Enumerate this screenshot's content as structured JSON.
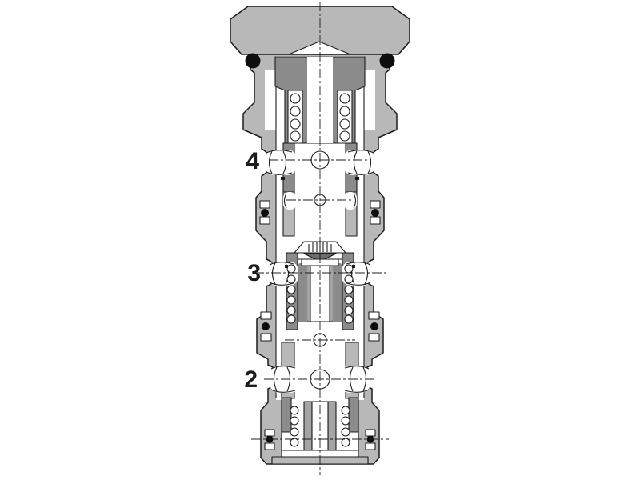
{
  "diagram": {
    "description": "Sectional engineering drawing of a screw-in hydraulic cartridge valve: hex adjustment head on top, stepped cartridge sleeve with three numbered radial port levels, internal springs, slotted poppet, cross-drilled spool holes on the centerline, and O-ring seal glands.",
    "labels": [
      {
        "id": "port-4",
        "text": "4"
      },
      {
        "id": "port-3",
        "text": "3"
      },
      {
        "id": "port-2",
        "text": "2"
      }
    ],
    "colors": {
      "bg": "#ffffff",
      "body_light": "#b8b8b8",
      "body_medium": "#a4a4a4",
      "body_dark": "#8b8b8b",
      "shadow_dark": "#6e6e6e",
      "seal_black": "#0d0d0d",
      "outline": "#1c1c1c"
    }
  }
}
